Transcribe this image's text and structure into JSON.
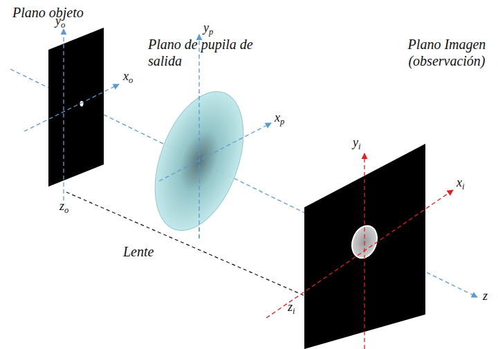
{
  "diagram": {
    "labels": [
      "Plano objeto",
      "Plano de pupila de salida",
      "Plano Imagen (observación)",
      "Lente",
      "yo",
      "xo",
      "yp",
      "xp",
      "yi",
      "xi",
      "zo",
      "zi",
      "z"
    ]
  }
}
